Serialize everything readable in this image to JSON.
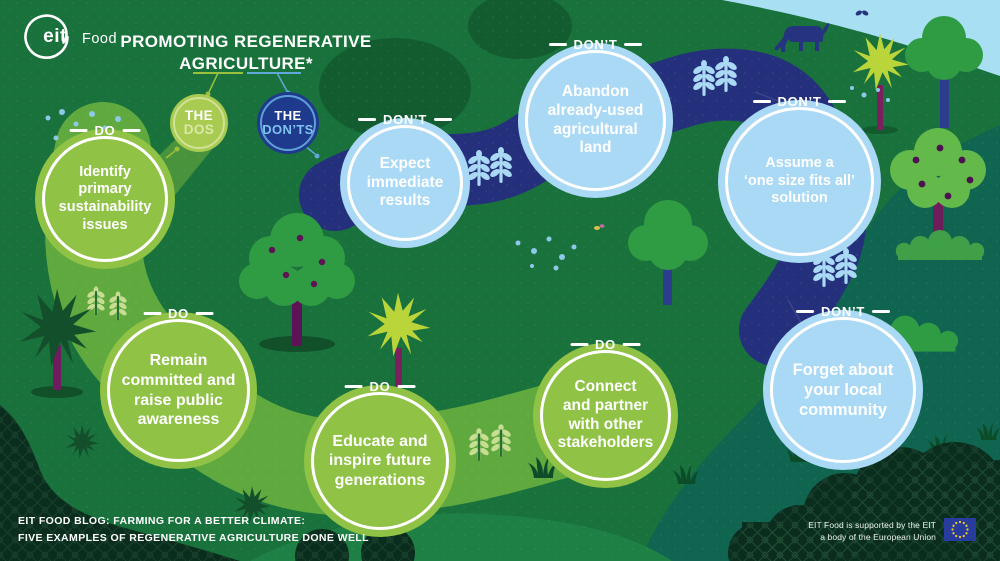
{
  "header": {
    "logo": {
      "eit": "eit",
      "food": "Food"
    },
    "title": {
      "line1": "PROMOTING REGENERATIVE",
      "line2": "AGRICULTURE*"
    }
  },
  "legend": {
    "dos": {
      "top": "THE",
      "bottom": "DOS"
    },
    "donts": {
      "top": "THE",
      "bottom": "DON’TS"
    }
  },
  "items": [
    {
      "id": "identify-issues",
      "kind": "do",
      "label": "DO",
      "lines": [
        "Identify",
        "primary",
        "sustainability",
        "issues"
      ]
    },
    {
      "id": "remain-committed",
      "kind": "do",
      "label": "DO",
      "lines": [
        "Remain",
        "committed and",
        "raise public",
        "awareness"
      ]
    },
    {
      "id": "educate-inspire",
      "kind": "do",
      "label": "DO",
      "lines": [
        "Educate and",
        "inspire future",
        "generations"
      ]
    },
    {
      "id": "connect-partner",
      "kind": "do",
      "label": "DO",
      "lines": [
        "Connect",
        "and partner",
        "with other",
        "stakeholders"
      ]
    },
    {
      "id": "expect-results",
      "kind": "dont",
      "label": "DON’T",
      "lines": [
        "Expect",
        "immediate",
        "results"
      ]
    },
    {
      "id": "abandon-land",
      "kind": "dont",
      "label": "DON’T",
      "lines": [
        "Abandon",
        "already-used",
        "agricultural",
        "land"
      ]
    },
    {
      "id": "one-size-fits-all",
      "kind": "dont",
      "label": "DON’T",
      "lines": [
        "Assume a",
        "‘one size fits all’",
        "solution"
      ]
    },
    {
      "id": "forget-community",
      "kind": "dont",
      "label": "DON’T",
      "lines": [
        "Forget about",
        "your local",
        "community"
      ]
    }
  ],
  "footer": {
    "blog": {
      "line1": "EIT FOOD BLOG: FARMING FOR A BETTER CLIMATE:",
      "line2": "FIVE EXAMPLES OF REGENERATIVE AGRICULTURE DONE WELL"
    },
    "eu": {
      "line1": "EIT Food is supported by the EIT",
      "line2": "a body of the European Union"
    }
  },
  "colors": {
    "do_green": "#8fc245",
    "dont_light_blue": "#a9d9f5",
    "legend_dos_green": "#a9cb52",
    "legend_donts_navy": "#1e3a8d",
    "background_green": "#19713c",
    "background_teal": "#0f6550",
    "river_navy": "#25307d",
    "sky_blue": "#a8dff2",
    "path_light_green": "#5fa93e",
    "eu_flag_blue": "#283c9e",
    "eu_star_yellow": "#f7d117"
  }
}
